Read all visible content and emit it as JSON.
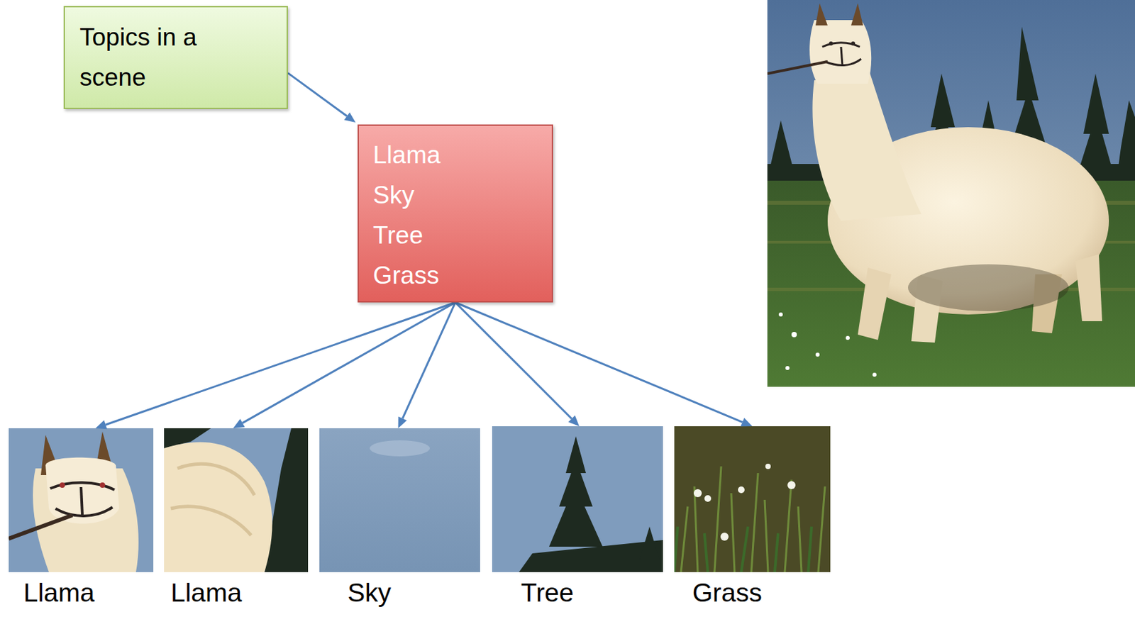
{
  "diagram": {
    "nodes": [
      {
        "text": [
          "Topics in a scene"
        ]
      },
      {
        "text": [
          "Llama",
          "Sky",
          "Tree",
          "Grass"
        ]
      },
      {
        "text": [
          "Llama"
        ]
      },
      {
        "text": [
          "Llama"
        ]
      },
      {
        "text": [
          "Sky"
        ]
      },
      {
        "text": [
          "Tree"
        ]
      },
      {
        "text": [
          "Grass"
        ]
      }
    ],
    "edges": [
      {
        "from": 0,
        "to": 1,
        "arrow": "to"
      },
      {
        "from": 1,
        "to": 2,
        "arrow": "to"
      },
      {
        "from": 1,
        "to": 3,
        "arrow": "to"
      },
      {
        "from": 1,
        "to": 4,
        "arrow": "to"
      },
      {
        "from": 1,
        "to": 5,
        "arrow": "to"
      },
      {
        "from": 1,
        "to": 6,
        "arrow": "to"
      }
    ]
  }
}
